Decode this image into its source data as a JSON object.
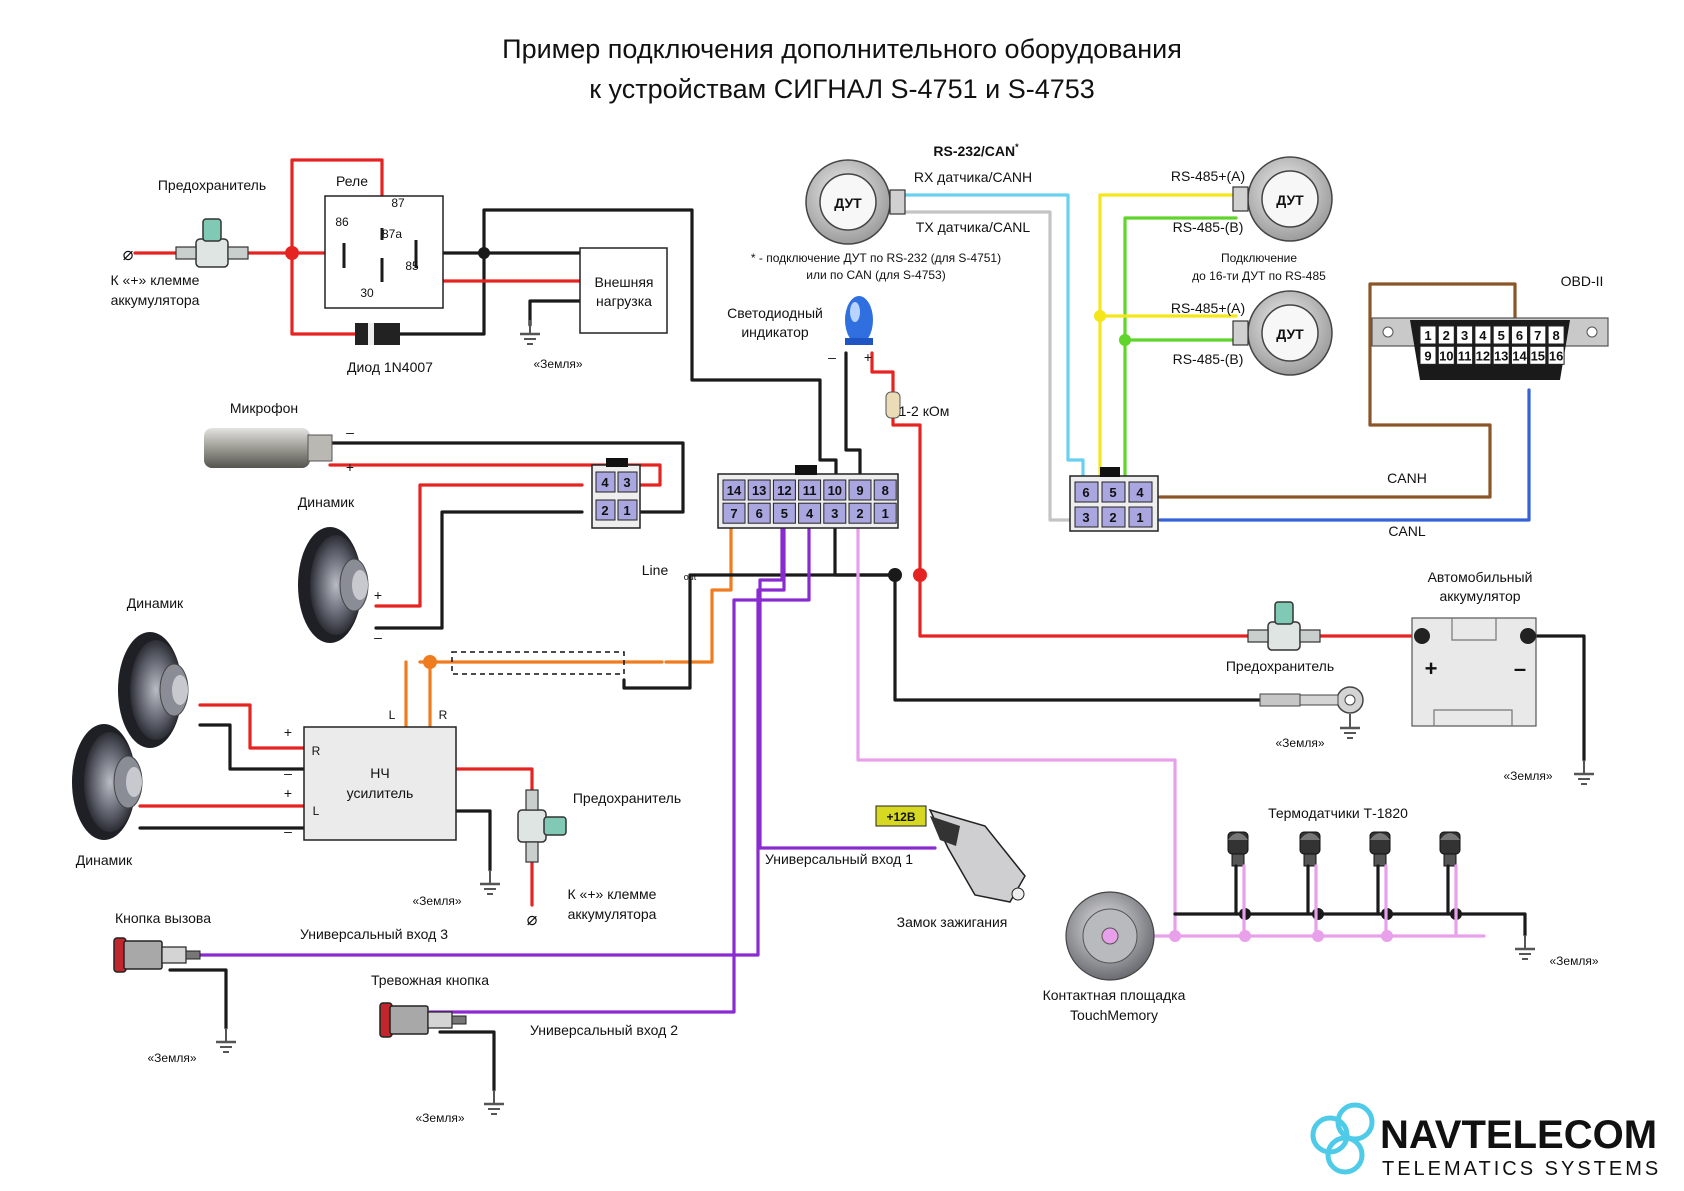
{
  "title": {
    "line1": "Пример подключения дополнительного оборудования",
    "line2": "к  устройствам СИГНАЛ S-4751 и S-4753"
  },
  "relay_block": {
    "fuse_label": "Предохранитель",
    "battery_plus_label_1": "К «+» клемме",
    "battery_plus_label_2": "аккумулятора",
    "relay_label": "Реле",
    "pins": [
      "87",
      "86",
      "87a",
      "85",
      "30"
    ],
    "load_label_1": "Внешняя",
    "load_label_2": "нагрузка",
    "ground_label": "«Земля»",
    "diode_label": "Диод 1N4007"
  },
  "audio_block": {
    "microphone_label": "Микрофон",
    "speaker_label": "Динамик",
    "plus": "+",
    "minus": "–",
    "connector_pins_top": [
      "4",
      "3"
    ],
    "connector_pins_bottom": [
      "2",
      "1"
    ],
    "line_out_label": "Line",
    "line_out_sub": "out",
    "amp_label_1": "НЧ",
    "amp_label_2": "усилитель",
    "amp_r": "R",
    "amp_l": "L",
    "amp_fuse_label": "Предохранитель",
    "amp_battery_label_1": "К «+» клемме",
    "amp_battery_label_2": "аккумулятора",
    "amp_ground_label": "«Земля»"
  },
  "main_connector": {
    "top_pins": [
      "14",
      "13",
      "12",
      "11",
      "10",
      "9",
      "8"
    ],
    "bottom_pins": [
      "7",
      "6",
      "5",
      "4",
      "3",
      "2",
      "1"
    ]
  },
  "led_block": {
    "label_1": "Светодиодный",
    "label_2": "индикатор",
    "resistor_label": "1-2 кОм"
  },
  "fuel_block": {
    "header": "RS-232/CAN",
    "header_mark": "*",
    "rx_label": "RX датчика/CANH",
    "tx_label": "TX датчика/CANL",
    "sensor_label": "ДУТ",
    "footnote_1": "* - подключение ДУТ по RS-232 (для S-4751)",
    "footnote_2": "или по CAN (для S-4753)",
    "rs485a": "RS-485+(A)",
    "rs485b": "RS-485-(B)",
    "connect_note_1": "Подключение",
    "connect_note_2": "до 16-ти ДУТ по RS-485",
    "connector_pins_top": [
      "6",
      "5",
      "4"
    ],
    "connector_pins_bottom": [
      "3",
      "2",
      "1"
    ]
  },
  "obd_block": {
    "label": "OBD-II",
    "top_pins": [
      "1",
      "2",
      "3",
      "4",
      "5",
      "6",
      "7",
      "8"
    ],
    "bottom_pins": [
      "9",
      "10",
      "11",
      "12",
      "13",
      "14",
      "15",
      "16"
    ],
    "canh": "CANH",
    "canl": "CANL"
  },
  "battery_block": {
    "label_1": "Автомобильный",
    "label_2": "аккумулятор",
    "fuse_label": "Предохранитель",
    "plus": "+",
    "minus": "–",
    "ground_label": "«Земля»",
    "ground_label_2": "«Земля»"
  },
  "inputs_block": {
    "ignition_label": "Замок зажигания",
    "ignition_tag": "+12B",
    "in1_label": "Универсальный вход 1",
    "in2_label": "Универсальный вход 2",
    "in3_label": "Универсальный вход 3",
    "call_button_label": "Кнопка вызова",
    "alarm_button_label": "Тревожная кнопка",
    "ground_label": "«Земля»",
    "ground_label_2": "«Земля»"
  },
  "temp_block": {
    "label": "Термодатчики Т-1820",
    "touch_label_1": "Контактная площадка",
    "touch_label_2": "TouchMemory",
    "ground_label": "«Земля»"
  },
  "logo": {
    "name": "NAVTELECOM",
    "tagline": "TELEMATICS SYSTEMS"
  },
  "colors": {
    "red": "#e52421",
    "black": "#1a1a1a",
    "orange": "#f07c20",
    "purple": "#8a2ad1",
    "pink": "#e9a0ea",
    "cyan": "#6ad0ef",
    "grey": "#c4c4c4",
    "yellow": "#f5e61b",
    "green": "#5fd52b",
    "brown": "#8a5628",
    "blue": "#3562d6",
    "pin_fill": "#a9a6e0",
    "logo": "#4ecbe8"
  }
}
